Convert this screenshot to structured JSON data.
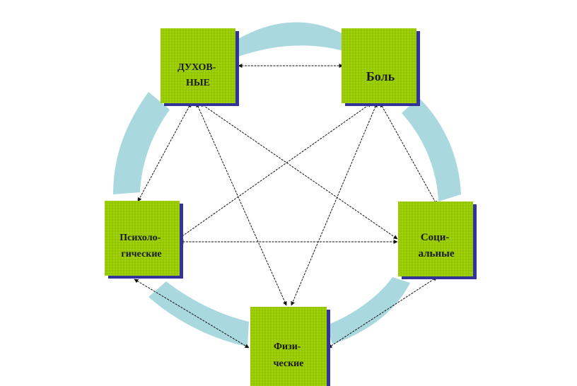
{
  "nodes": {
    "spiritual": {
      "lines": [
        "ДУХОВ-",
        "НЫЕ"
      ]
    },
    "pain": {
      "lines": [
        "Боль"
      ]
    },
    "psychological": {
      "lines": [
        "Психоло-",
        "гические"
      ]
    },
    "social": {
      "lines": [
        "Соци-",
        "альные"
      ]
    },
    "physical": {
      "lines": [
        "Физи-",
        "ческие"
      ]
    }
  },
  "links": [
    [
      "spiritual",
      "pain"
    ],
    [
      "spiritual",
      "psychological"
    ],
    [
      "spiritual",
      "social"
    ],
    [
      "spiritual",
      "physical"
    ],
    [
      "pain",
      "psychological"
    ],
    [
      "pain",
      "social"
    ],
    [
      "pain",
      "physical"
    ],
    [
      "psychological",
      "social"
    ],
    [
      "psychological",
      "physical"
    ],
    [
      "social",
      "physical"
    ]
  ],
  "colors": {
    "box_fill": "#99cc00",
    "box_shadow": "#33339a",
    "ring": "#a9d9df",
    "arrow": "#111111",
    "text": "#1a1a1a"
  }
}
